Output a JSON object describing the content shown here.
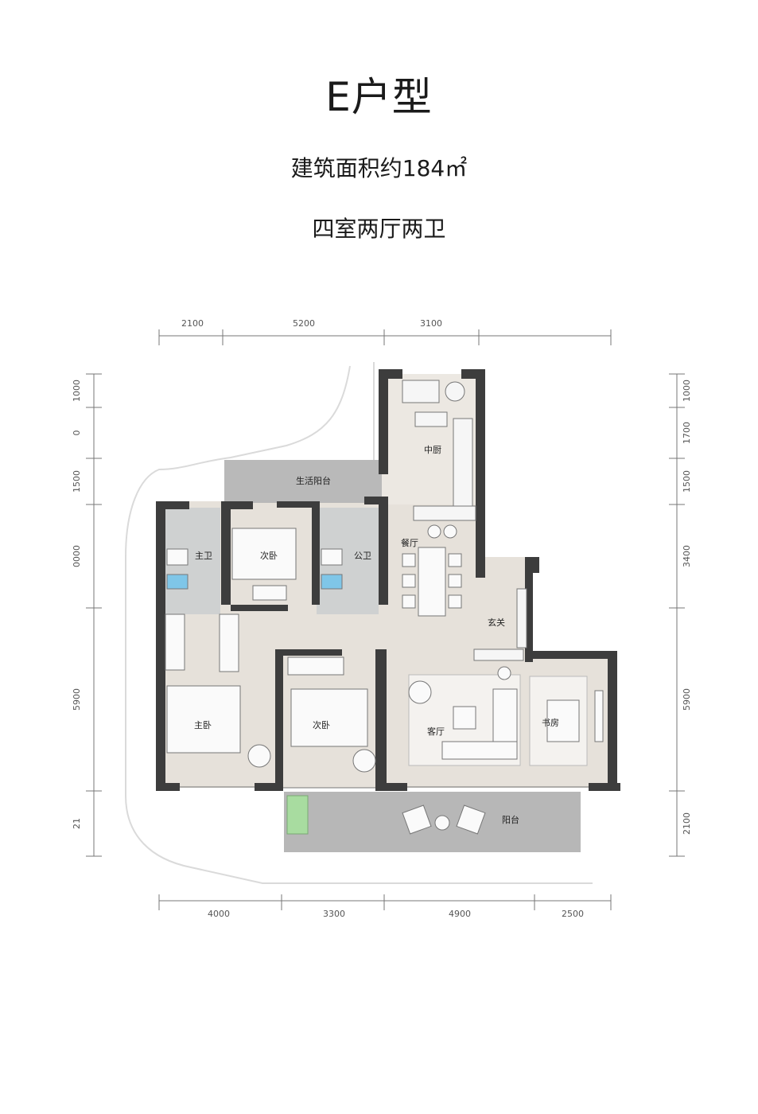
{
  "header": {
    "title": "E户型",
    "area": "建筑面积约184㎡",
    "layout": "四室两厅两卫"
  },
  "dimensions": {
    "top": [
      "2100",
      "5200",
      "3100"
    ],
    "bottom": [
      "4000",
      "3300",
      "4900",
      "2500"
    ],
    "left": [
      "1000",
      "0",
      "1500",
      "0000",
      "5900",
      "21"
    ],
    "right": [
      "1000",
      "1700",
      "1500",
      "3400",
      "5900",
      "2100"
    ]
  },
  "rooms": {
    "kitchen": "中厨",
    "utility_balcony": "生活阳台",
    "master_bath": "主卫",
    "bedroom_north": "次卧",
    "public_bath": "公卫",
    "dining": "餐厅",
    "entrance": "玄关",
    "master_bedroom": "主卧",
    "bedroom_south": "次卧",
    "living_room": "客厅",
    "study": "书房",
    "balcony": "阳台"
  },
  "colors": {
    "wall": "#3d3d3d",
    "floor": "#e6e1da",
    "bath_floor": "#cfd1d1",
    "balcony_floor": "#b7b7b7",
    "green_mark": "#a8dca0",
    "blue_fixture": "#7fc6e8"
  }
}
